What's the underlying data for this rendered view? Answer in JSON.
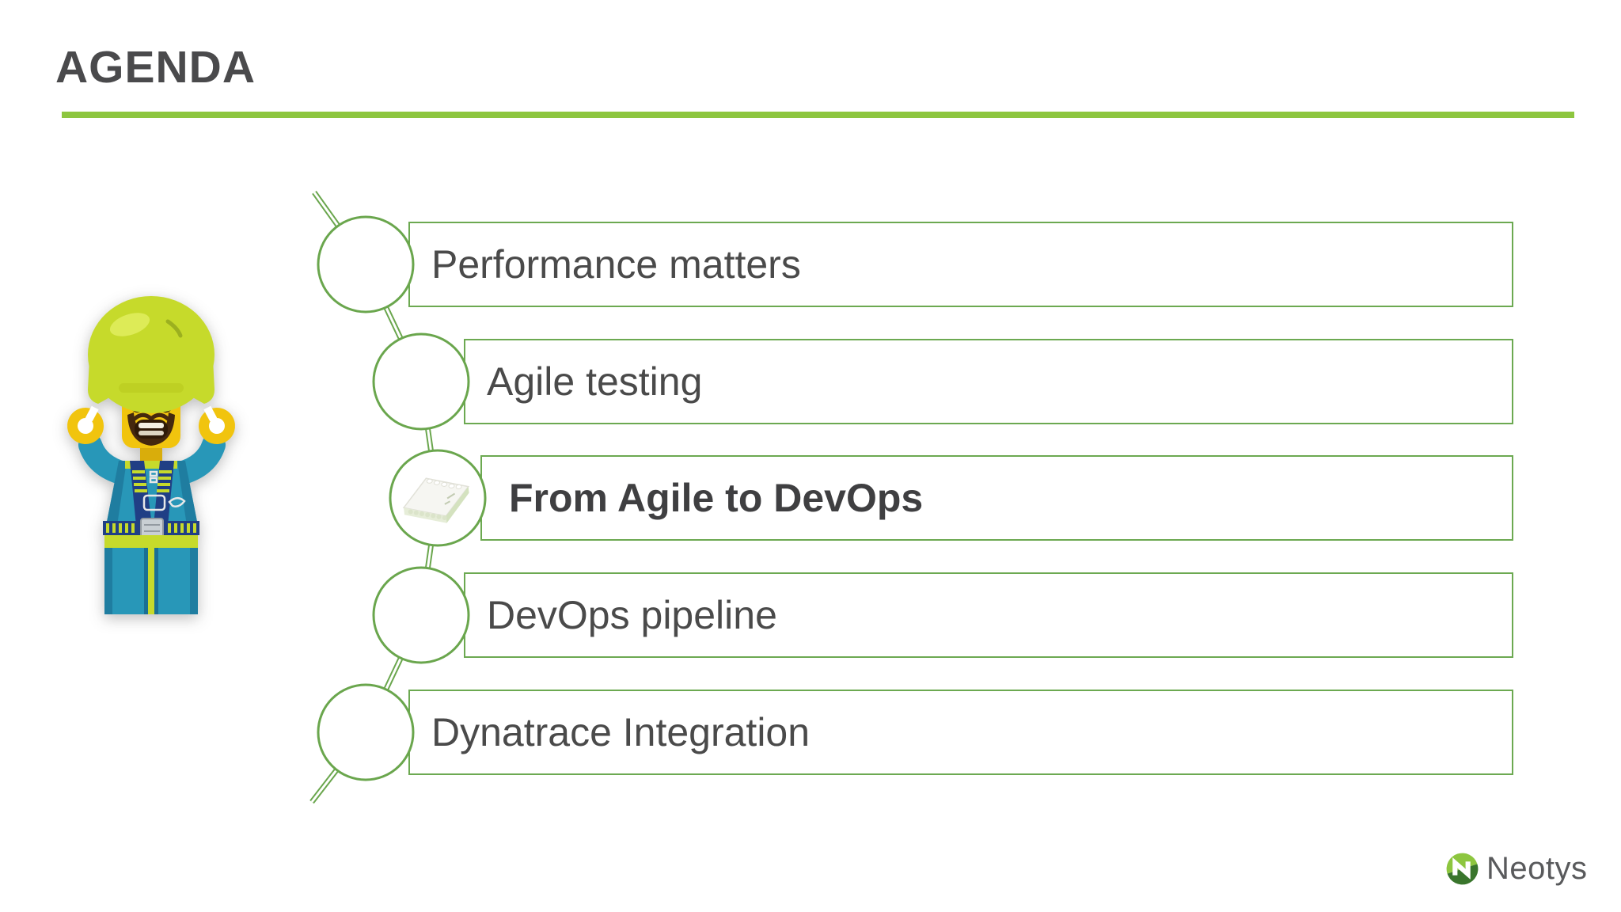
{
  "slide": {
    "title": "AGENDA",
    "background_color": "#ffffff",
    "accent_rule_color": "#8dc63f",
    "diagram_line_color": "#6aa64d",
    "box_border_color": "#6ca951",
    "text_color": "#4a4a4a"
  },
  "agenda": {
    "items": [
      {
        "label": "Performance matters",
        "emphasis": false
      },
      {
        "label": "Agile testing",
        "emphasis": false
      },
      {
        "label": "From Agile to DevOps",
        "emphasis": true
      },
      {
        "label": "DevOps pipeline",
        "emphasis": false
      },
      {
        "label": "Dynatrace Integration",
        "emphasis": false
      }
    ]
  },
  "illustrations": {
    "left_figure": "lego-skydiver-minifigure-photo",
    "step3_icon": "lego-baseplate-photo"
  },
  "footer": {
    "brand": "Neotys"
  }
}
